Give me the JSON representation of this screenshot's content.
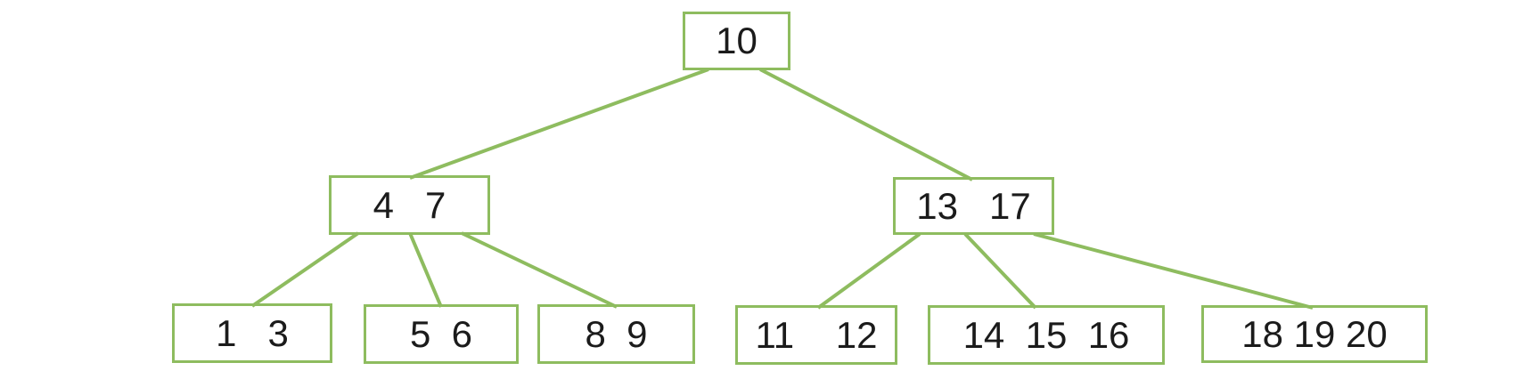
{
  "diagram": {
    "kind": "b-tree",
    "background_color": "#ffffff",
    "accent_color": "#8ebc5f",
    "text_color": "#1b1b1b",
    "nodes": [
      {
        "id": "root",
        "level": 0,
        "keys": [
          "10"
        ]
      },
      {
        "id": "left-internal",
        "level": 1,
        "keys": [
          "4",
          "7"
        ]
      },
      {
        "id": "right-internal",
        "level": 1,
        "keys": [
          "13",
          "17"
        ]
      },
      {
        "id": "leaf-1",
        "level": 2,
        "keys": [
          "1",
          "3"
        ]
      },
      {
        "id": "leaf-2",
        "level": 2,
        "keys": [
          "5",
          "6"
        ]
      },
      {
        "id": "leaf-3",
        "level": 2,
        "keys": [
          "8",
          "9"
        ]
      },
      {
        "id": "leaf-4",
        "level": 2,
        "keys": [
          "11",
          "12"
        ]
      },
      {
        "id": "leaf-5",
        "level": 2,
        "keys": [
          "14",
          "15",
          "16"
        ]
      },
      {
        "id": "leaf-6",
        "level": 2,
        "keys": [
          "18",
          "19",
          "20"
        ]
      }
    ],
    "edges": [
      {
        "from": "root",
        "to": "left-internal"
      },
      {
        "from": "root",
        "to": "right-internal"
      },
      {
        "from": "left-internal",
        "to": "leaf-1"
      },
      {
        "from": "left-internal",
        "to": "leaf-2"
      },
      {
        "from": "left-internal",
        "to": "leaf-3"
      },
      {
        "from": "right-internal",
        "to": "leaf-4"
      },
      {
        "from": "right-internal",
        "to": "leaf-5"
      },
      {
        "from": "right-internal",
        "to": "leaf-6"
      }
    ]
  }
}
